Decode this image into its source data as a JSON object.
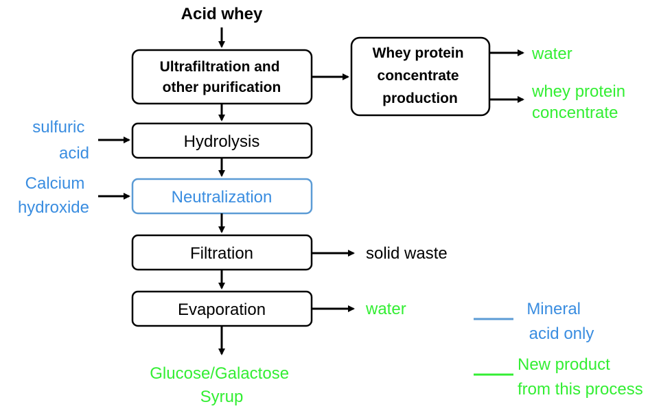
{
  "input": "Acid whey",
  "boxes": {
    "ultrafiltration": [
      "Ultrafiltration and",
      "other purification"
    ],
    "whey_protein": [
      "Whey protein",
      "concentrate",
      "production"
    ],
    "hydrolysis": "Hydrolysis",
    "neutralization": "Neutralization",
    "filtration": "Filtration",
    "evaporation": "Evaporation"
  },
  "inputs": {
    "sulfuric_acid": [
      "sulfuric",
      "acid"
    ],
    "calcium_hydroxide": [
      "Calcium",
      "hydroxide"
    ]
  },
  "outputs": {
    "wpc_water": "water",
    "wpc_product": [
      "whey protein",
      "concentrate"
    ],
    "solid_waste": "solid waste",
    "evap_water": "water",
    "final_product": [
      "Glucose/Galactose",
      "Syrup"
    ]
  },
  "legend": {
    "mineral_acid": [
      "Mineral",
      "acid only"
    ],
    "new_product": [
      "New product",
      "from this process"
    ]
  },
  "colors": {
    "blue": "#3a8de0",
    "blue_border": "#5b9bd5",
    "green": "#33ee33",
    "black": "#000000"
  }
}
